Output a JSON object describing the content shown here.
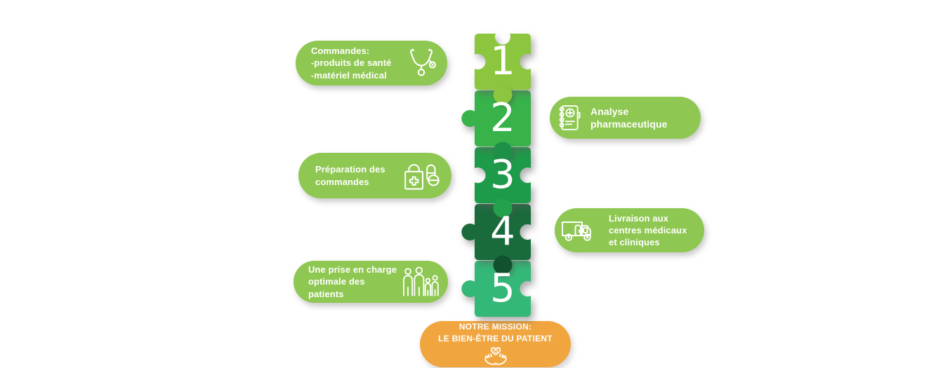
{
  "pieces": [
    {
      "number": "1",
      "color": "#8CC63F"
    },
    {
      "number": "2",
      "color": "#37B34A"
    },
    {
      "number": "3",
      "color": "#1E9B4A"
    },
    {
      "number": "4",
      "color": "#196B3C"
    },
    {
      "number": "5",
      "color": "#34B878"
    }
  ],
  "joints": [
    {
      "color": "#8CC63F"
    },
    {
      "color": "#1E8F46"
    },
    {
      "color": "#23A14C"
    },
    {
      "color": "#11512D"
    }
  ],
  "label_pill_color": "#8EC751",
  "labels": [
    {
      "icon": "stethoscope-icon",
      "lines": [
        "Commandes:",
        "-produits de santé",
        "-matériel médical"
      ]
    },
    {
      "icon": "medical-record-book-icon",
      "lines": [
        "Analyse pharmaceutique"
      ]
    },
    {
      "icon": "pharmacy-bag-and-pills-icon",
      "lines": [
        "Préparation des",
        "commandes"
      ]
    },
    {
      "icon": "delivery-truck-icon",
      "lines": [
        "Livraison aux",
        "centres médicaux",
        "et cliniques"
      ]
    },
    {
      "icon": "family-patients-icon",
      "lines": [
        "Une prise en charge",
        "optimale des patients"
      ]
    }
  ],
  "mission": {
    "color": "#F1A53F",
    "icon": "hands-holding-heart-icon",
    "lines": [
      "NOTRE MISSION:",
      "LE BIEN-ÊTRE DU PATIENT"
    ]
  }
}
